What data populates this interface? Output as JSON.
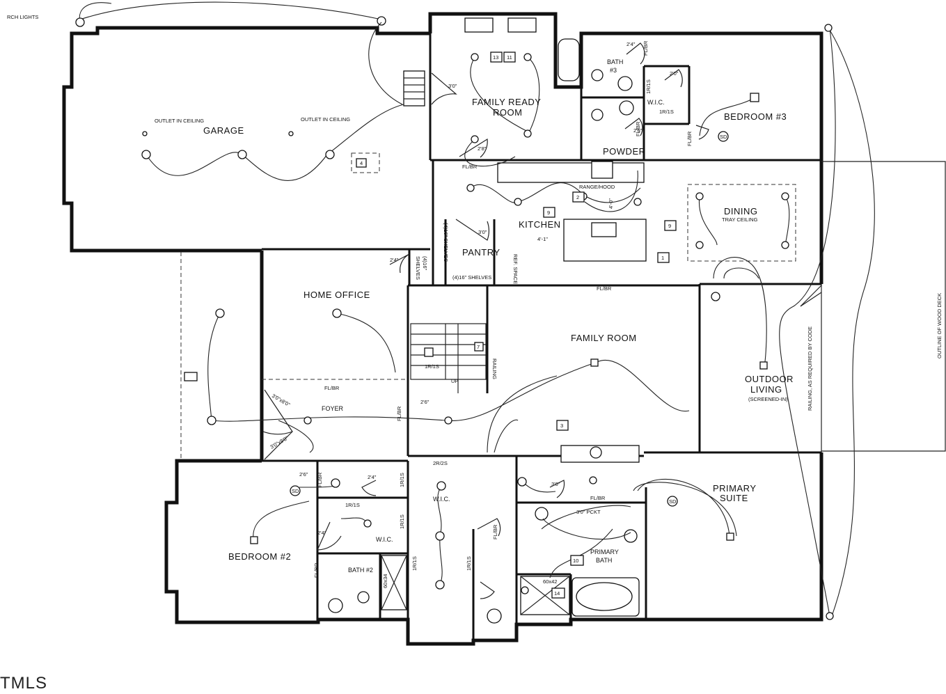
{
  "rooms": {
    "garage": "GARAGE",
    "family_ready": "FAMILY READY",
    "family_ready_2": "ROOM",
    "bath3": "BATH",
    "bath3_num": "#3",
    "wic_top": "W.I.C.",
    "bedroom3": "BEDROOM #3",
    "powder": "POWDER",
    "kitchen": "KITCHEN",
    "pantry": "PANTRY",
    "dining": "DINING",
    "dining_sub": "TRAY CEILING",
    "home_office": "HOME OFFICE",
    "family_room": "FAMILY ROOM",
    "foyer": "FOYER",
    "outdoor_living": "OUTDOOR",
    "outdoor_living_2": "LIVING",
    "outdoor_living_sub": "(SCREENED-IN)",
    "bedroom2": "BEDROOM #2",
    "wic_bed2": "W.I.C.",
    "bath2": "BATH #2",
    "wic_primary": "W.I.C.",
    "primary_bath": "PRIMARY",
    "primary_bath_2": "BATH",
    "primary_suite": "PRIMARY",
    "primary_suite_2": "SUITE"
  },
  "notes": {
    "porch_lights": "RCH LIGHTS",
    "outlet_ceiling_1": "OUTLET IN CEILING",
    "outlet_ceiling_2": "OUTLET IN CEILING",
    "range_hood": "RANGE/HOOD",
    "shelves_1": "(4)16\" SHELVES",
    "shelves_2": "(4)16\" SHELVES",
    "shelves_3": "SHELVES",
    "shelves_4": "(4)16\"",
    "ref_space": "REF. SPACE",
    "railing": "RAILING",
    "railing_code": "RAILING, AS REQUIRED BY CODE",
    "wood_deck": "OUTLINE OF WOOD DECK",
    "fl_br_1": "FL/BR",
    "fl_br_2": "FL/BR",
    "fl_br_3": "FL/BR",
    "fl_br_4": "FL/BR",
    "fl_br_5": "FL/BR",
    "fl_br_6": "FL/BR",
    "fl_br_7": "FL/BR",
    "fl_br_8": "FL/BR",
    "fl_br_9": "FL/BR",
    "fl_br_10": "FL/BR",
    "fl_br_11": "FL/BR",
    "r1s_1": "1R/1S",
    "r1s_2": "1R/1S",
    "r1s_3": "1R/1S",
    "r1s_4": "1R/1S",
    "r1s_5": "1R/1S",
    "r1s_6": "1R/1S",
    "r1s_7": "1R/1S",
    "r1s_8": "1R/1S",
    "r2s": "2R/2S",
    "pckt": "3'0\" PCKT",
    "shower_1": "60x42",
    "shower_2": "60x34",
    "sd_1": "SD",
    "sd_2": "SD",
    "sd_3": "SD",
    "door_30": "3'0\"",
    "door_28a": "2'8\"",
    "door_24a": "2'4\"",
    "door_20": "2'0\"",
    "door_26a": "2'6\"",
    "door_30b": "3'0\"",
    "door_24b": "2'4\"",
    "door_26b": "2'6\"",
    "door_24c": "2'4\"",
    "door_24d": "2'4\"",
    "door_30c": "3'0\"",
    "door_26c": "2'6\"",
    "door_30d": "3'0\"x8'0\"",
    "door_30e": "3'0\"x8'0\"",
    "dim_40": "4'-0\"",
    "dim_41": "4'-1\"",
    "up": "UP"
  },
  "callouts": {
    "c13": "13",
    "c11": "11",
    "c4": "4",
    "c2": "2",
    "c9a": "9",
    "c9b": "9",
    "c1": "1",
    "c7": "7",
    "c3": "3",
    "c10": "10",
    "c14": "14"
  },
  "watermark": "TMLS"
}
